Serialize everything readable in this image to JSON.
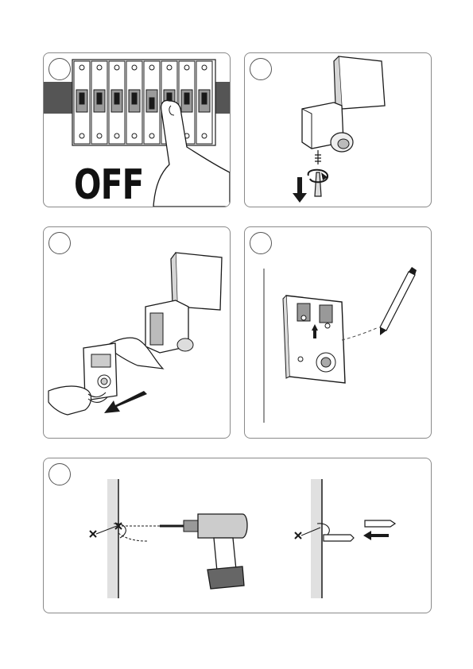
{
  "document": {
    "type": "installation-instructions",
    "colors": {
      "line": "#1a1a1a",
      "shade": "#a9a9a9",
      "light_shade": "#d6d6d6",
      "panel_border": "#8a8a8a"
    }
  },
  "steps": [
    {
      "illustration": "breaker-panel-switch-off",
      "label": "OFF"
    },
    {
      "illustration": "unscrew-fixture-screw"
    },
    {
      "illustration": "remove-mounting-plate"
    },
    {
      "illustration": "mark-drill-holes-with-pencil"
    },
    {
      "illustration": "drill-holes-and-insert-wall-plugs"
    }
  ]
}
